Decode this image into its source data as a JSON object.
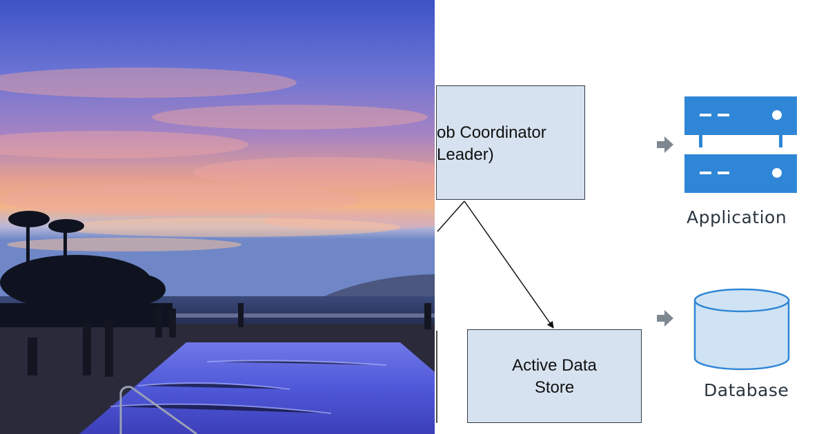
{
  "diagram": {
    "coordinator": {
      "line1": "ob Coordinator",
      "line2": "Leader)"
    },
    "store": {
      "line1": "Active Data",
      "line2": "Store"
    },
    "application": {
      "label": "Application",
      "icon": "server-stack-icon"
    },
    "database": {
      "label": "Database",
      "icon": "database-cylinder-icon"
    }
  },
  "colors": {
    "box_fill": "#d6e2ef",
    "icon_blue": "#2f86d6",
    "db_fill": "#cfe3f4",
    "arrow_gray": "#7f8891"
  }
}
